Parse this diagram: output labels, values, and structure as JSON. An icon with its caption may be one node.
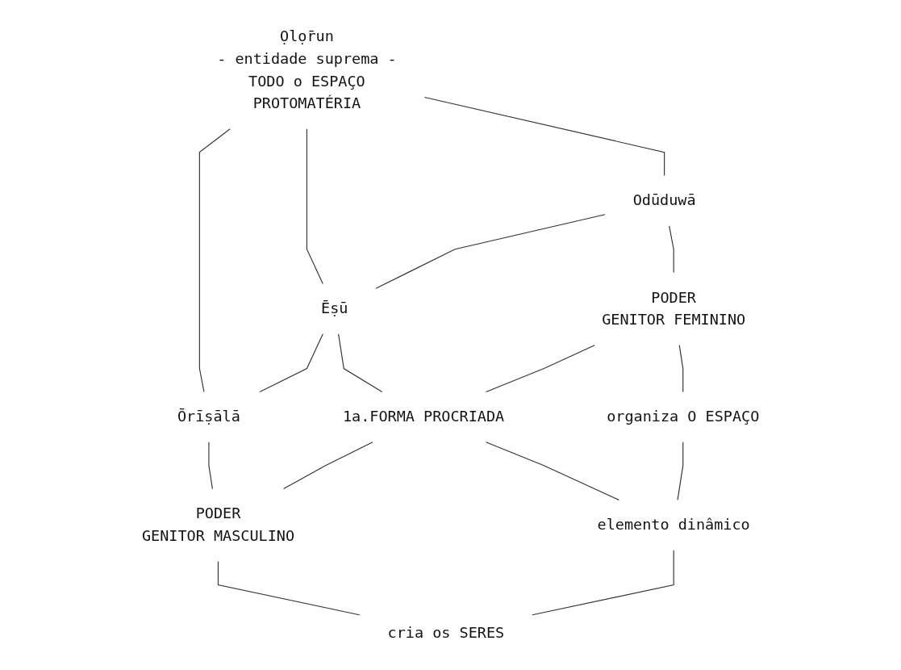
{
  "diagram": {
    "nodes": [
      {
        "text": [
          "Ọlọ̄run",
          "- entidade suprema -",
          "TODO o ESPAÇO",
          "PROTOMATÉRIA"
        ]
      },
      {
        "text": [
          "Odūduwā"
        ]
      },
      {
        "text": [
          "Ēṣū"
        ]
      },
      {
        "text": [
          "Ōrīṣālā"
        ]
      },
      {
        "text": [
          "PODER",
          "GENITOR FEMININO"
        ]
      },
      {
        "text": [
          "1a.FORMA PROCRIADA"
        ]
      },
      {
        "text": [
          "PODER",
          "GENITOR MASCULINO"
        ]
      },
      {
        "text": [
          "organiza O ESPAÇO"
        ]
      },
      {
        "text": [
          "elemento dinâmico"
        ]
      },
      {
        "text": [
          "cria os SERES"
        ]
      }
    ],
    "edges": [
      {
        "from": 0,
        "to": 1,
        "arrow": "none"
      },
      {
        "from": 0,
        "to": 2,
        "arrow": "none"
      },
      {
        "from": 0,
        "to": 3,
        "arrow": "none"
      },
      {
        "from": 1,
        "to": 2,
        "arrow": "none"
      },
      {
        "from": 2,
        "to": 3,
        "arrow": "none"
      },
      {
        "from": 1,
        "to": 4,
        "arrow": "none"
      },
      {
        "from": 2,
        "to": 5,
        "arrow": "none"
      },
      {
        "from": 3,
        "to": 6,
        "arrow": "none"
      },
      {
        "from": 4,
        "to": 5,
        "arrow": "none"
      },
      {
        "from": 5,
        "to": 6,
        "arrow": "none"
      },
      {
        "from": 4,
        "to": 7,
        "arrow": "none"
      },
      {
        "from": 5,
        "to": 8,
        "arrow": "none"
      },
      {
        "from": 6,
        "to": 9,
        "arrow": "none"
      },
      {
        "from": 7,
        "to": 8,
        "arrow": "none"
      },
      {
        "from": 8,
        "to": 9,
        "arrow": "none"
      }
    ]
  }
}
